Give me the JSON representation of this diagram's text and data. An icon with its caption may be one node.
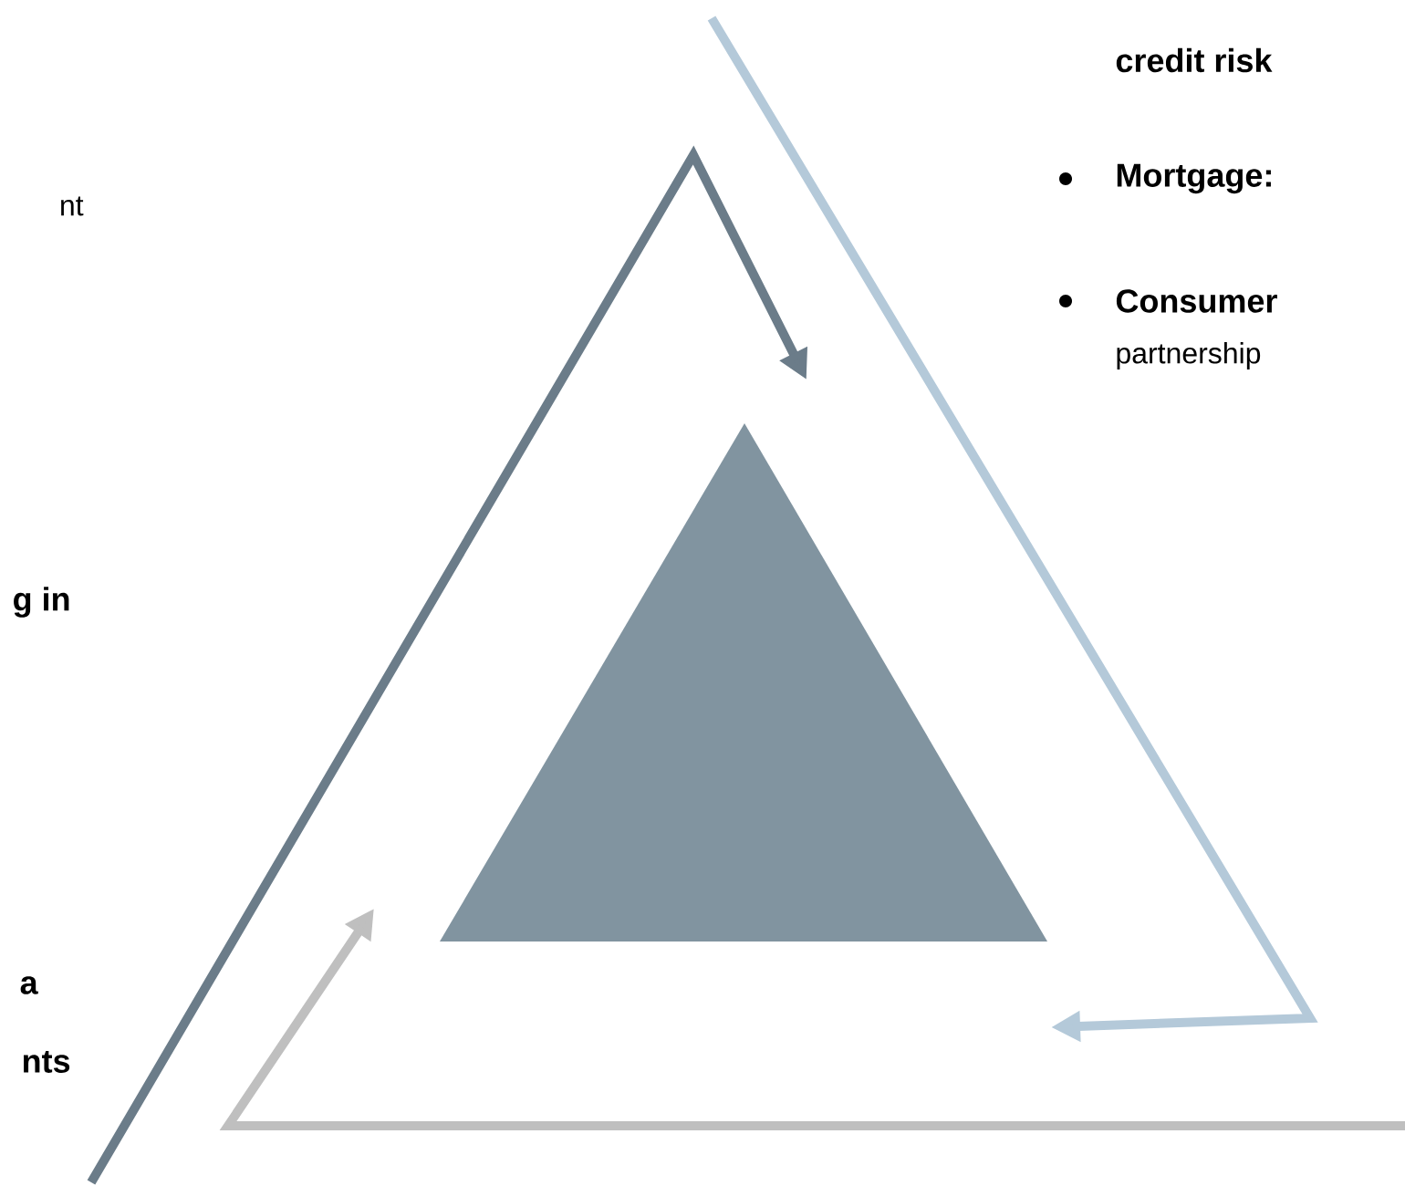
{
  "diagram": {
    "nodes": [
      {
        "text": [],
        "shape": "triangle"
      }
    ],
    "labels": [
      "nt",
      "g in",
      "a",
      "nts",
      "credit risk",
      "Mortgage:",
      "Consumer",
      "partnership"
    ]
  }
}
